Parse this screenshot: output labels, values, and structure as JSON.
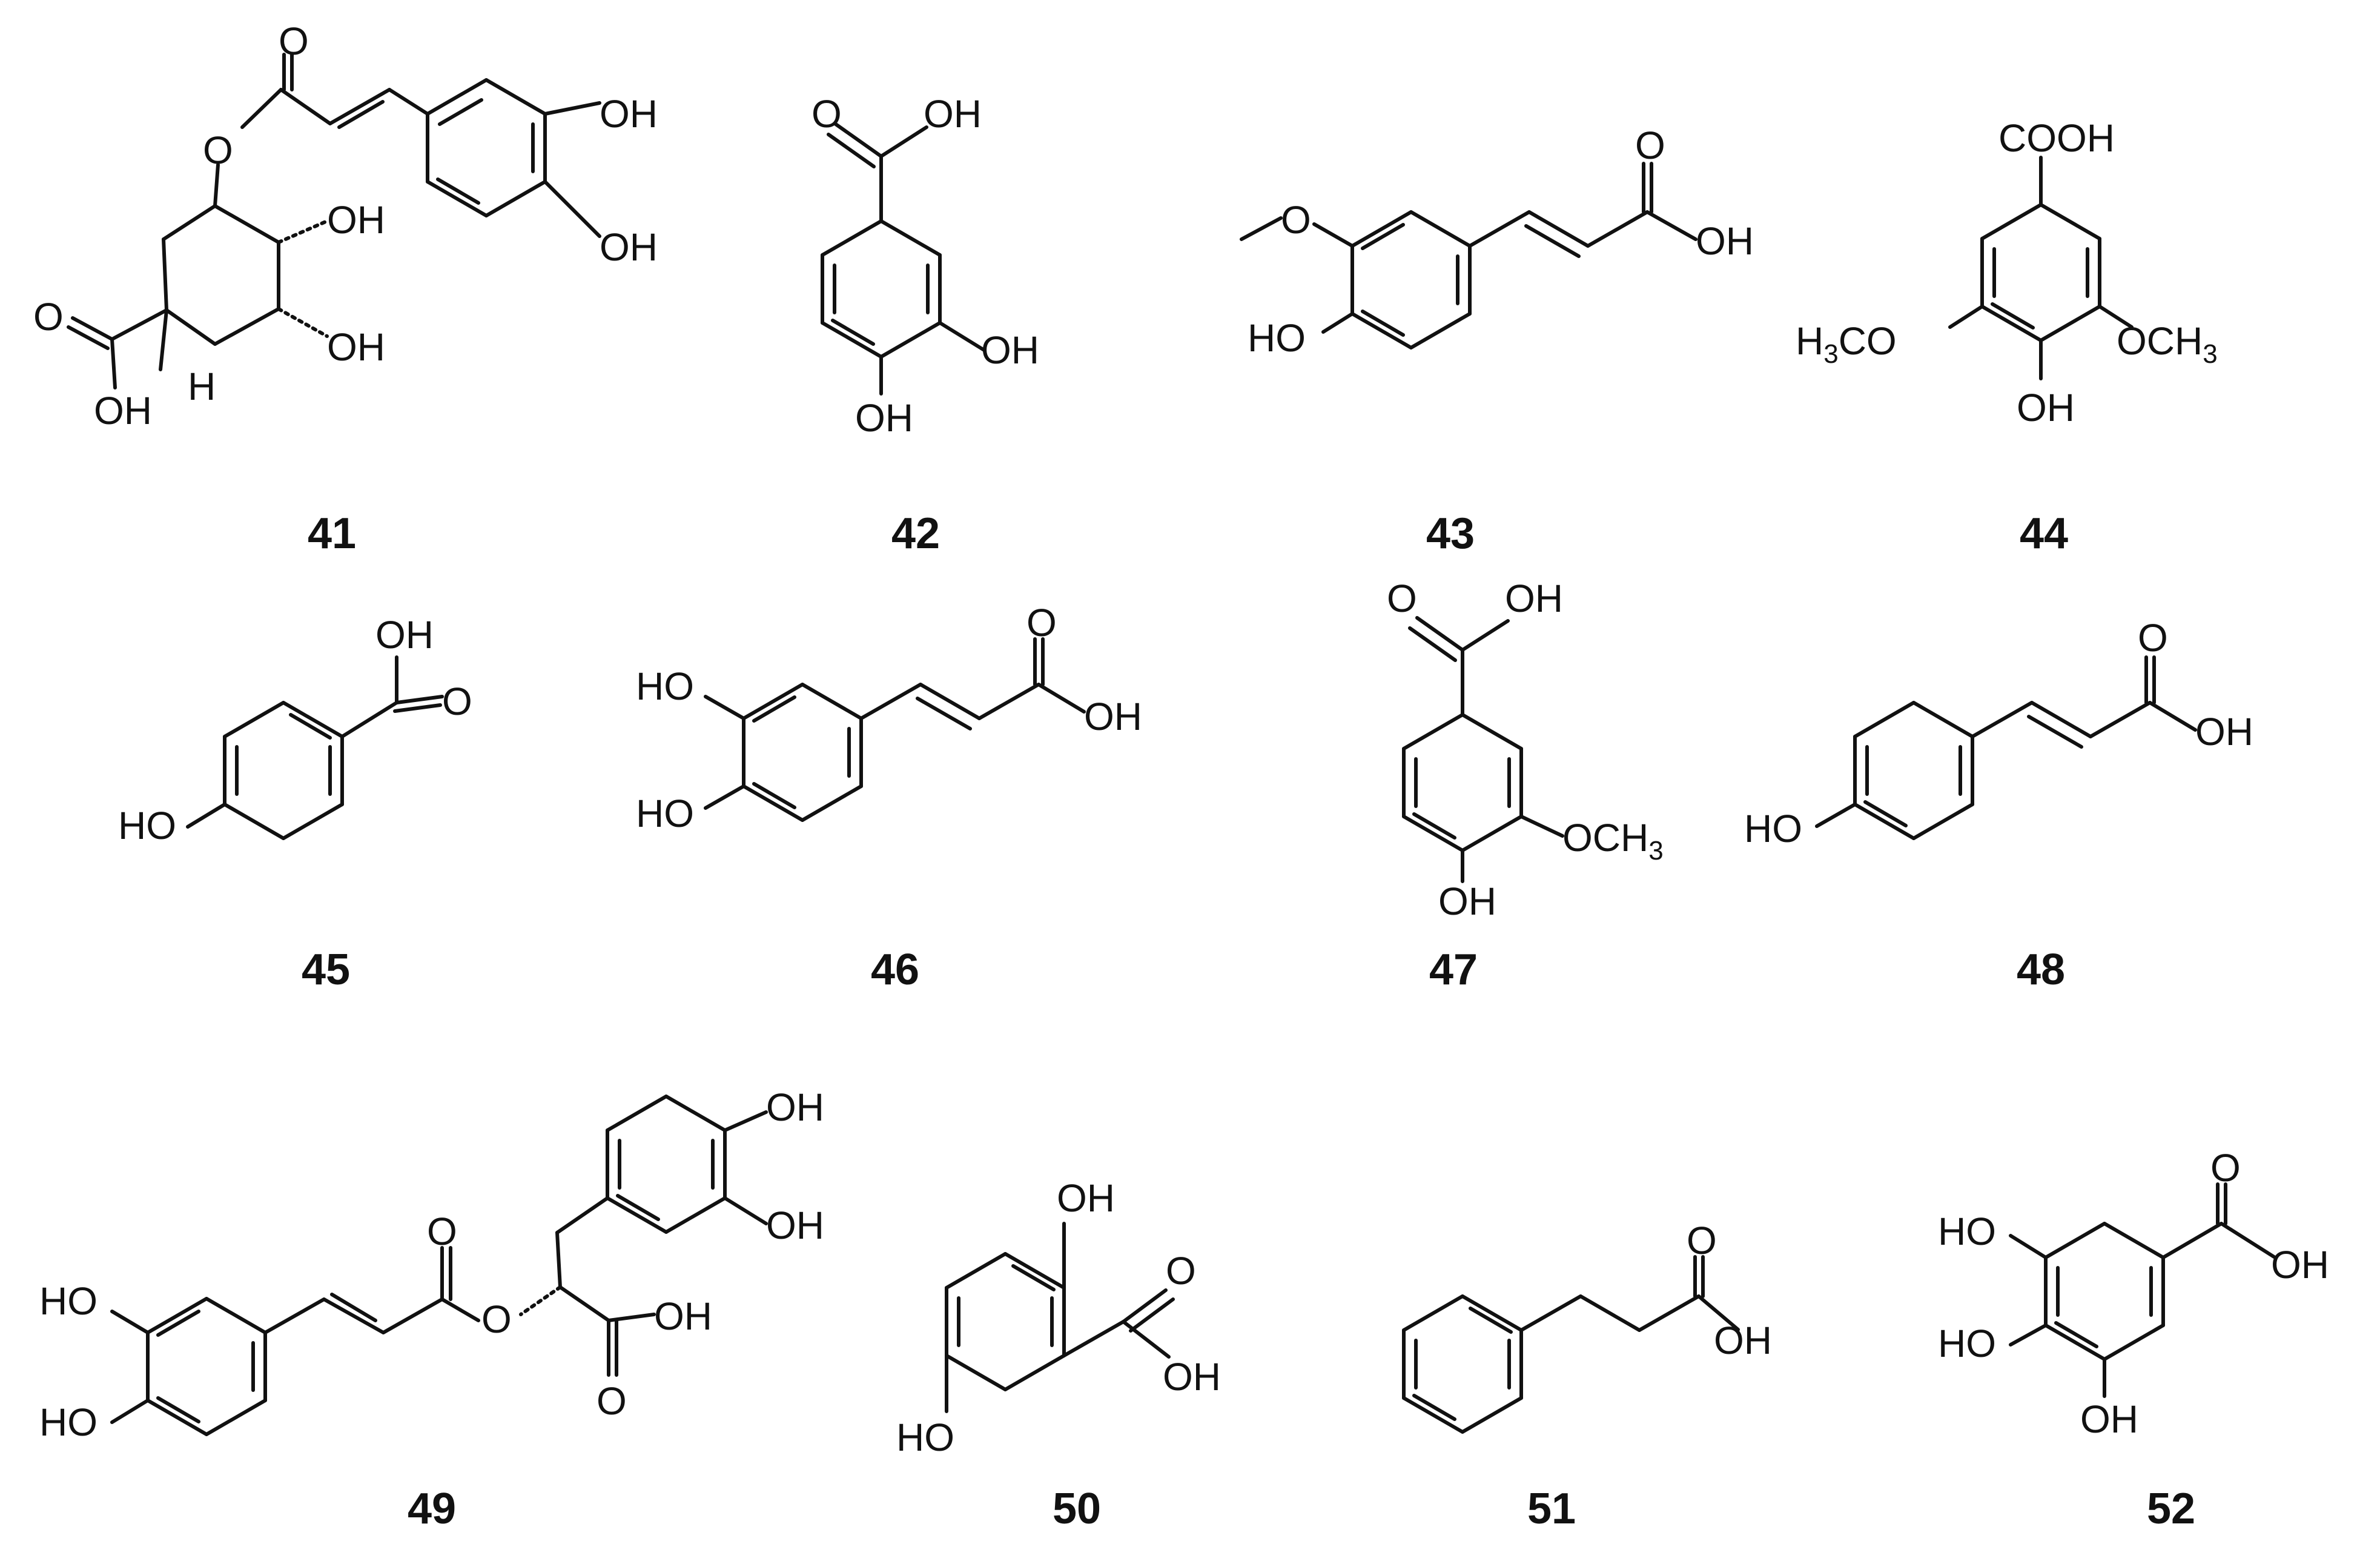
{
  "compounds": [
    {
      "id": "41",
      "labels": [
        "O",
        "O",
        "OH",
        "OH",
        "OH",
        "OH",
        "O",
        "OH",
        "H"
      ]
    },
    {
      "id": "42",
      "labels": [
        "O",
        "OH",
        "OH",
        "OH"
      ]
    },
    {
      "id": "43",
      "labels": [
        "O",
        "O",
        "OH",
        "HO"
      ]
    },
    {
      "id": "44",
      "labels": [
        "COOH",
        "H3CO",
        "OCH3",
        "OH"
      ]
    },
    {
      "id": "45",
      "labels": [
        "OH",
        "O",
        "HO"
      ]
    },
    {
      "id": "46",
      "labels": [
        "O",
        "HO",
        "OH",
        "HO"
      ]
    },
    {
      "id": "47",
      "labels": [
        "O",
        "OH",
        "OCH3",
        "OH"
      ]
    },
    {
      "id": "48",
      "labels": [
        "O",
        "OH",
        "HO"
      ]
    },
    {
      "id": "49",
      "labels": [
        "OH",
        "OH",
        "O",
        "HO",
        "O",
        "OH",
        "HO",
        "O"
      ]
    },
    {
      "id": "50",
      "labels": [
        "OH",
        "O",
        "OH",
        "HO"
      ]
    },
    {
      "id": "51",
      "labels": [
        "O",
        "OH"
      ]
    },
    {
      "id": "52",
      "labels": [
        "O",
        "HO",
        "OH",
        "HO",
        "OH"
      ]
    }
  ]
}
